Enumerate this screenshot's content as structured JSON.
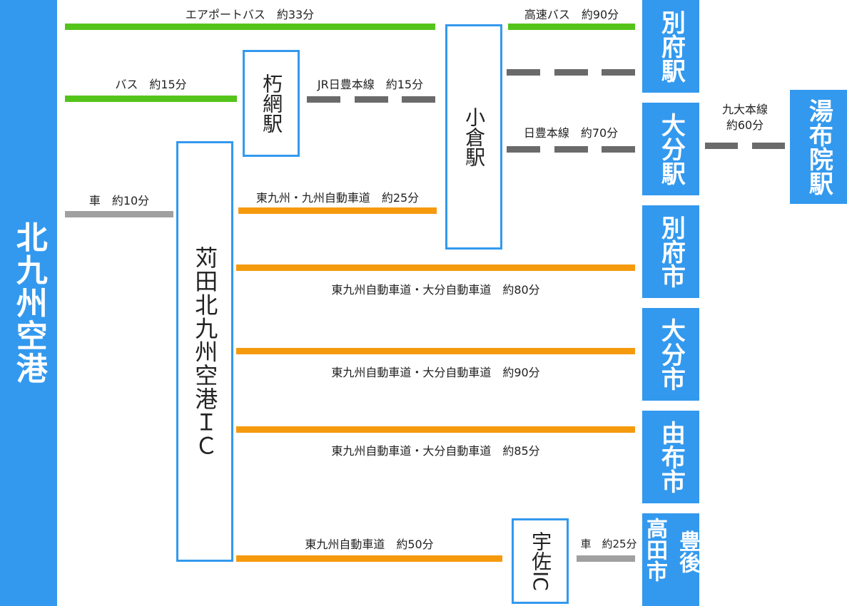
{
  "colors": {
    "blue": "#3399ee",
    "bus_line": "#55c41a",
    "expressway": "#f59a0d",
    "car": "#a0a0a0",
    "rail": "#6a6a6a"
  },
  "origin": "北九州空港",
  "nodes": {
    "kutsuami": "朽網駅",
    "kanda_ic": "苅田北九州空港ＩＣ",
    "kokura": "小倉駅",
    "usa_ic": "宇佐IC"
  },
  "destinations": {
    "beppu_station": "別府駅",
    "oita_station": "大分駅",
    "beppu_city": "別府市",
    "oita_city": "大分市",
    "yufu_city": "由布市",
    "bungo_takada_right": "豊後",
    "bungo_takada_left": "高田市",
    "yufuin_station": "湯布院駅"
  },
  "routes": {
    "airport_bus": "エアポートバス　約33分",
    "highway_bus": "高速バス　約90分",
    "bus": "バス　約15分",
    "jr_nippo": "JR日豊本線　約15分",
    "nippo": "日豊本線　約70分",
    "kyudai_line": "九大本線",
    "kyudai_time": "約60分",
    "car_10": "車　約10分",
    "higashi_kyushu": "東九州・九州自動車道　約25分",
    "to_beppu_city": "東九州自動車道・大分自動車道　約80分",
    "to_oita_city": "東九州自動車道・大分自動車道　約90分",
    "to_yufu_city": "東九州自動車道・大分自動車道　約85分",
    "to_usa": "東九州自動車道　約50分",
    "car_25": "車　約25分"
  }
}
